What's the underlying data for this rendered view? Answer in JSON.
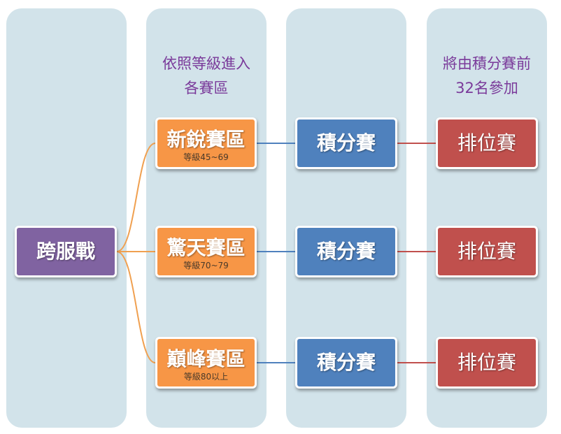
{
  "columns": [
    {
      "note": ""
    },
    {
      "note": "依照等級進入\n各賽區"
    },
    {
      "note": ""
    },
    {
      "note": "將由積分賽前\n32名參加"
    }
  ],
  "root": {
    "label": "跨服戰"
  },
  "zones": [
    {
      "label": "新銳賽區",
      "level": "等級45~69"
    },
    {
      "label": "驚天賽區",
      "level": "等級70~79"
    },
    {
      "label": "巔峰賽區",
      "level": "等級80以上"
    }
  ],
  "points_label": "積分賽",
  "rank_label": "排位賽",
  "colors": {
    "column_bg": "#d2e3ea",
    "note_text": "#7a3a9a",
    "root": "#8063a1",
    "zone": "#f79646",
    "points": "#4f81bd",
    "rank": "#c0504d",
    "branch_line": "#f0a050",
    "points_line": "#4f81bd",
    "rank_line": "#c0504d"
  }
}
